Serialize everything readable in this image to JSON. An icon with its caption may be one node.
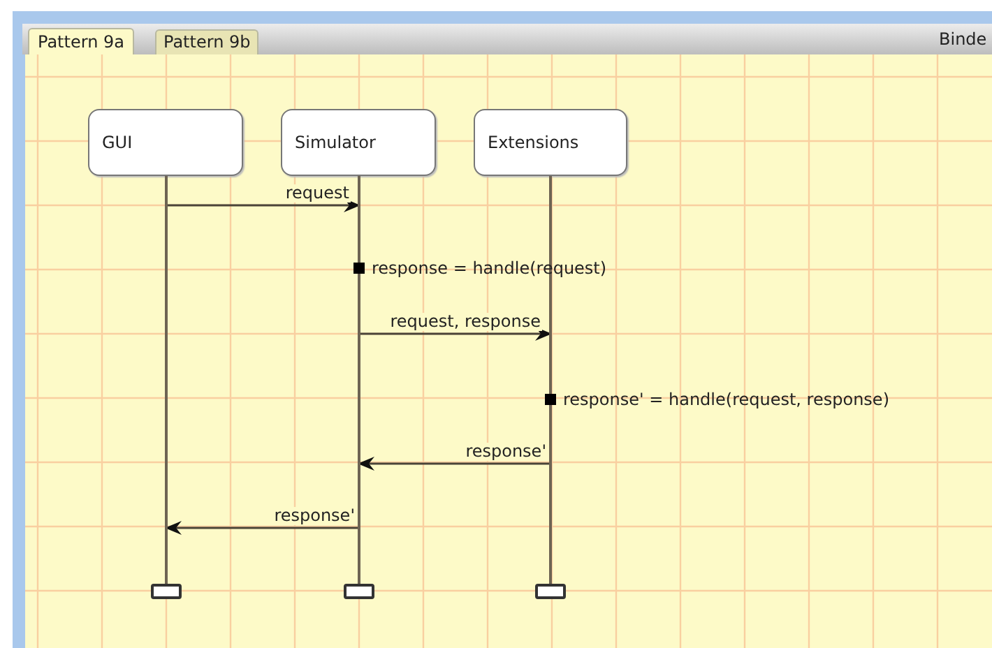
{
  "diagram": {
    "nodes": [
      {
        "text": [
          "GUI"
        ]
      },
      {
        "text": [
          "Simulator"
        ]
      },
      {
        "text": [
          "Extensions"
        ]
      },
      {
        "text": [],
        "shape": "bar"
      },
      {
        "text": [],
        "shape": "bar"
      },
      {
        "text": [],
        "shape": "bar"
      },
      {
        "text": [],
        "shape": "box"
      },
      {
        "text": [],
        "shape": "box"
      },
      {
        "text": [],
        "shape": "box"
      },
      {
        "text": [],
        "shape": "box",
        "beside": [
          "response = handle(request)"
        ]
      },
      {
        "text": [],
        "shape": "box",
        "beside": [
          "response' = handle(request, response)"
        ]
      }
    ],
    "edges": [
      {
        "from": 3,
        "to": 4,
        "arrow": "to",
        "label": "request"
      },
      {
        "from": 4,
        "to": 5,
        "arrow": "to",
        "label": "request, response"
      },
      {
        "from": 5,
        "to": 4,
        "arrow": "to",
        "label": "response'"
      },
      {
        "from": 4,
        "to": 3,
        "arrow": "to",
        "label": "response'"
      }
    ],
    "labels": [
      "Pattern 9a",
      "Pattern 9b",
      "Binde"
    ]
  }
}
